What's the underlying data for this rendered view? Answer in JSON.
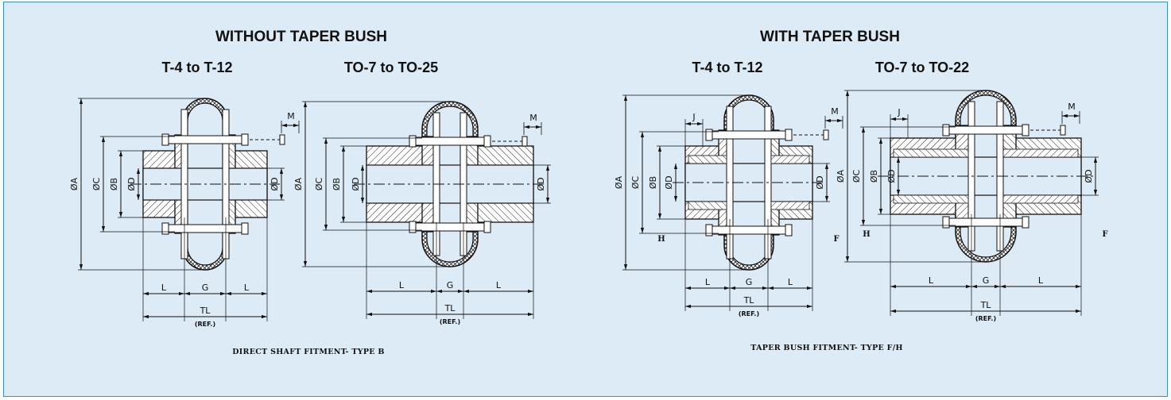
{
  "headings": {
    "left_title": "WITHOUT TAPER BUSH",
    "right_title": "WITH TAPER BUSH",
    "sub_1": "T-4  to  T-12",
    "sub_2": "TO-7  to  TO-25",
    "sub_3": "T-4  to  T-12",
    "sub_4": "TO-7  to  TO-22"
  },
  "captions": {
    "left": "DIRECT SHAFT FITMENT- TYPE B",
    "right": "TAPER BUSH FITMENT- TYPE F/H"
  },
  "dims": {
    "dia_a": "ØA",
    "dia_c": "ØC",
    "dia_b": "ØB",
    "dia_d": "ØD",
    "l": "L",
    "g": "G",
    "tl": "TL",
    "ref": "(REF.)",
    "m": "M",
    "j": "J",
    "h": "H",
    "f": "F"
  },
  "colors": {
    "panel_bg": "#dcebf6",
    "border": "#3b8fd0",
    "line": "#111111"
  }
}
